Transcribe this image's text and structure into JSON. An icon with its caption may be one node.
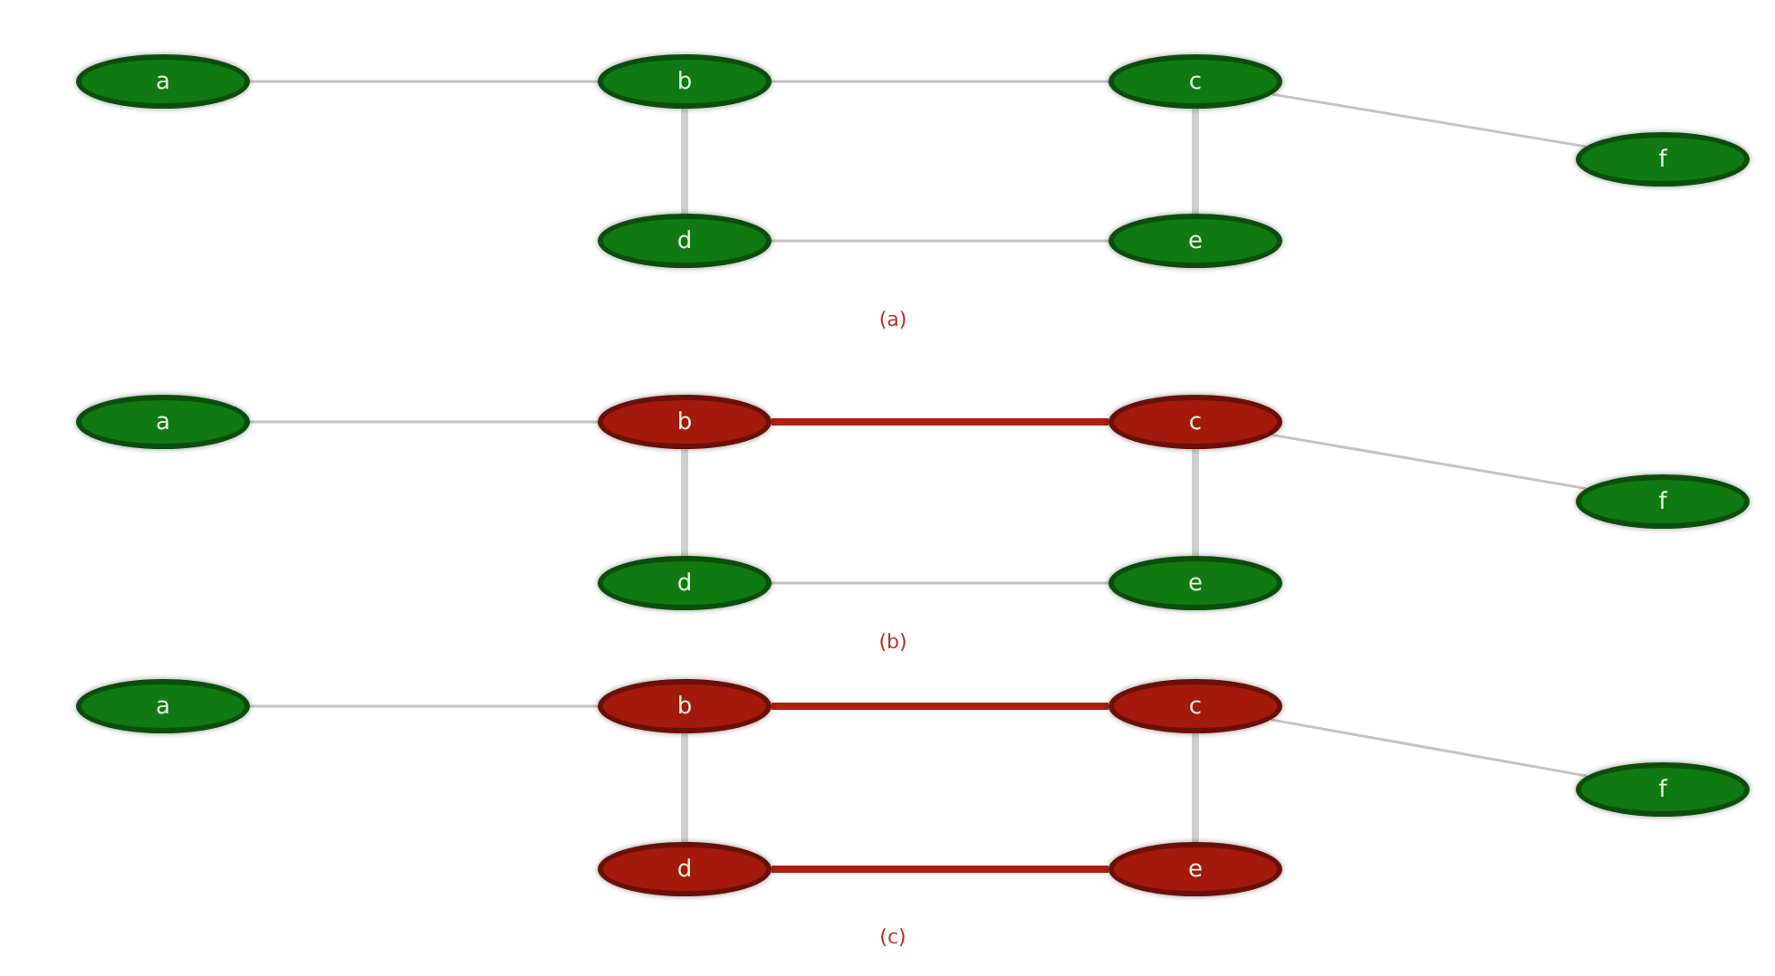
{
  "diagram": {
    "nodes": [
      {
        "text": [
          "a"
        ]
      },
      {
        "text": [
          "b"
        ]
      },
      {
        "text": [
          "c"
        ]
      },
      {
        "text": [
          "f"
        ]
      },
      {
        "text": [
          "d"
        ]
      },
      {
        "text": [
          "e"
        ]
      },
      {
        "text": [
          "a"
        ]
      },
      {
        "text": [
          "b"
        ]
      },
      {
        "text": [
          "c"
        ]
      },
      {
        "text": [
          "f"
        ]
      },
      {
        "text": [
          "d"
        ]
      },
      {
        "text": [
          "e"
        ]
      },
      {
        "text": [
          "a"
        ]
      },
      {
        "text": [
          "b"
        ]
      },
      {
        "text": [
          "c"
        ]
      },
      {
        "text": [
          "f"
        ]
      },
      {
        "text": [
          "d"
        ]
      },
      {
        "text": [
          "e"
        ]
      }
    ],
    "edges": [
      {
        "from": 0,
        "to": 1,
        "arrow": "none"
      },
      {
        "from": 1,
        "to": 2,
        "arrow": "none"
      },
      {
        "from": 2,
        "to": 3,
        "arrow": "none"
      },
      {
        "from": 1,
        "to": 4,
        "arrow": "none",
        "style": "thick"
      },
      {
        "from": 2,
        "to": 5,
        "arrow": "none",
        "style": "thick"
      },
      {
        "from": 4,
        "to": 5,
        "arrow": "none"
      },
      {
        "from": 6,
        "to": 7,
        "arrow": "none"
      },
      {
        "from": 7,
        "to": 8,
        "arrow": "none",
        "style": "thick",
        "color": "#b01e0e"
      },
      {
        "from": 8,
        "to": 9,
        "arrow": "none"
      },
      {
        "from": 7,
        "to": 10,
        "arrow": "none",
        "style": "thick"
      },
      {
        "from": 8,
        "to": 11,
        "arrow": "none",
        "style": "thick"
      },
      {
        "from": 10,
        "to": 11,
        "arrow": "none"
      },
      {
        "from": 12,
        "to": 13,
        "arrow": "none"
      },
      {
        "from": 13,
        "to": 14,
        "arrow": "none",
        "style": "thick",
        "color": "#b01e0e"
      },
      {
        "from": 14,
        "to": 15,
        "arrow": "none"
      },
      {
        "from": 13,
        "to": 16,
        "arrow": "none",
        "style": "thick"
      },
      {
        "from": 14,
        "to": 17,
        "arrow": "none",
        "style": "thick"
      },
      {
        "from": 16,
        "to": 17,
        "arrow": "none",
        "style": "thick",
        "color": "#b01e0e"
      }
    ],
    "labels": [
      "(a)",
      "(b)",
      "(c)"
    ]
  }
}
